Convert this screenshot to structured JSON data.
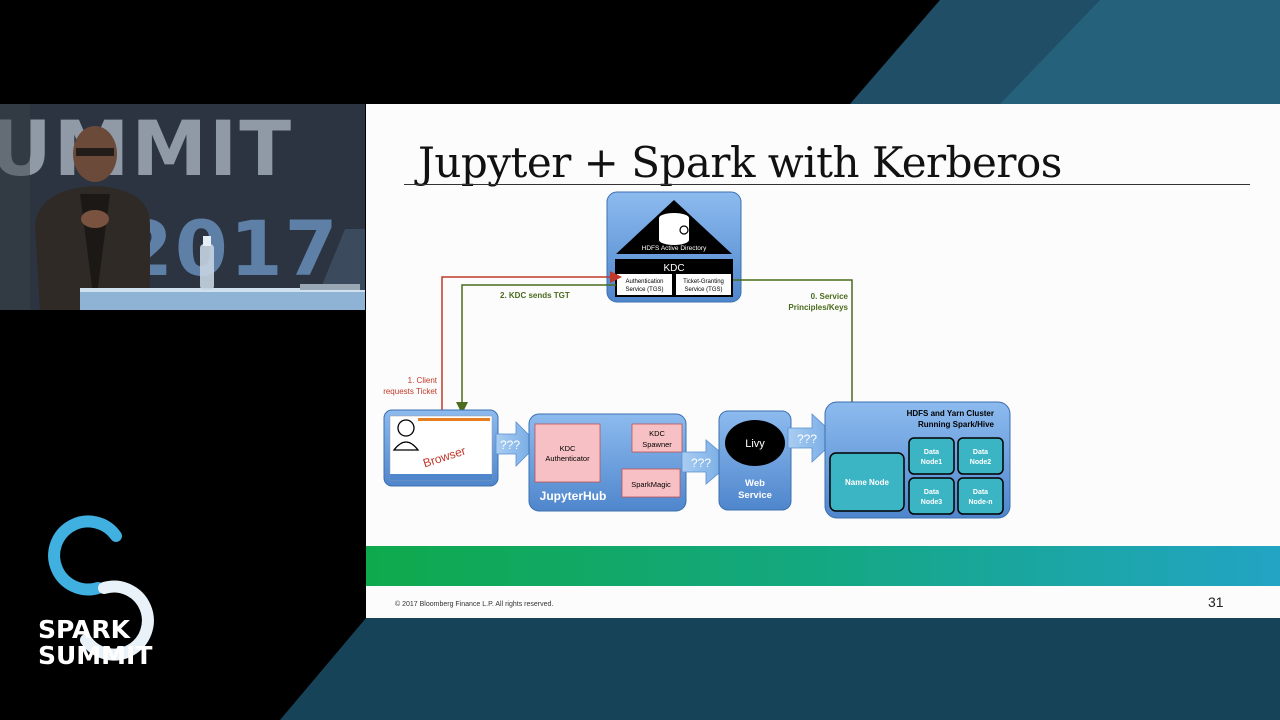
{
  "slide": {
    "title": "Jupyter + Spark with Kerberos",
    "copyright": "© 2017 Bloomberg Finance L.P.  All rights reserved.",
    "page_number": "31"
  },
  "diagram": {
    "ad": {
      "label": "HDFS Active Directory"
    },
    "kdc": {
      "label": "KDC",
      "auth_service": [
        "Authentication",
        "Service (TGS)"
      ],
      "tgs_service": [
        "Ticket-Granting",
        "Service (TGS)"
      ]
    },
    "arrows": {
      "client_request": [
        "1. Client",
        "requests Ticket"
      ],
      "kdc_sends": "2. KDC sends TGT",
      "service_principals": [
        "0. Service",
        "Principles/Keys"
      ],
      "unknown": "???"
    },
    "browser": {
      "label": "Browser"
    },
    "jupyterhub": {
      "label": "JupyterHub",
      "kdc_authenticator": [
        "KDC",
        "Authenticator"
      ],
      "kdc_spawner": [
        "KDC",
        "Spawner"
      ],
      "sparkmagic": "SparkMagic"
    },
    "livy": {
      "label": "Livy",
      "web_service": [
        "Web",
        "Service"
      ]
    },
    "cluster": {
      "title": [
        "HDFS and Yarn Cluster",
        "Running Spark/Hive"
      ],
      "name_node": "Name Node",
      "data_nodes": [
        [
          "Data",
          "Node1"
        ],
        [
          "Data",
          "Node2"
        ],
        [
          "Data",
          "Node3"
        ],
        [
          "Data",
          "Node-n"
        ]
      ]
    }
  },
  "event": {
    "logo_line1": "SPARK",
    "logo_line2": "SUMMIT",
    "stage_top": "UMMIT",
    "stage_bottom": "2017"
  },
  "colors": {
    "kdc_blue": "#5b8fd6",
    "box_blue": "#6aa5e6",
    "pink": "#f5b8bc",
    "teal": "#3bb4c4",
    "red_line": "#c0392b",
    "green_line": "#4b6b1d"
  }
}
